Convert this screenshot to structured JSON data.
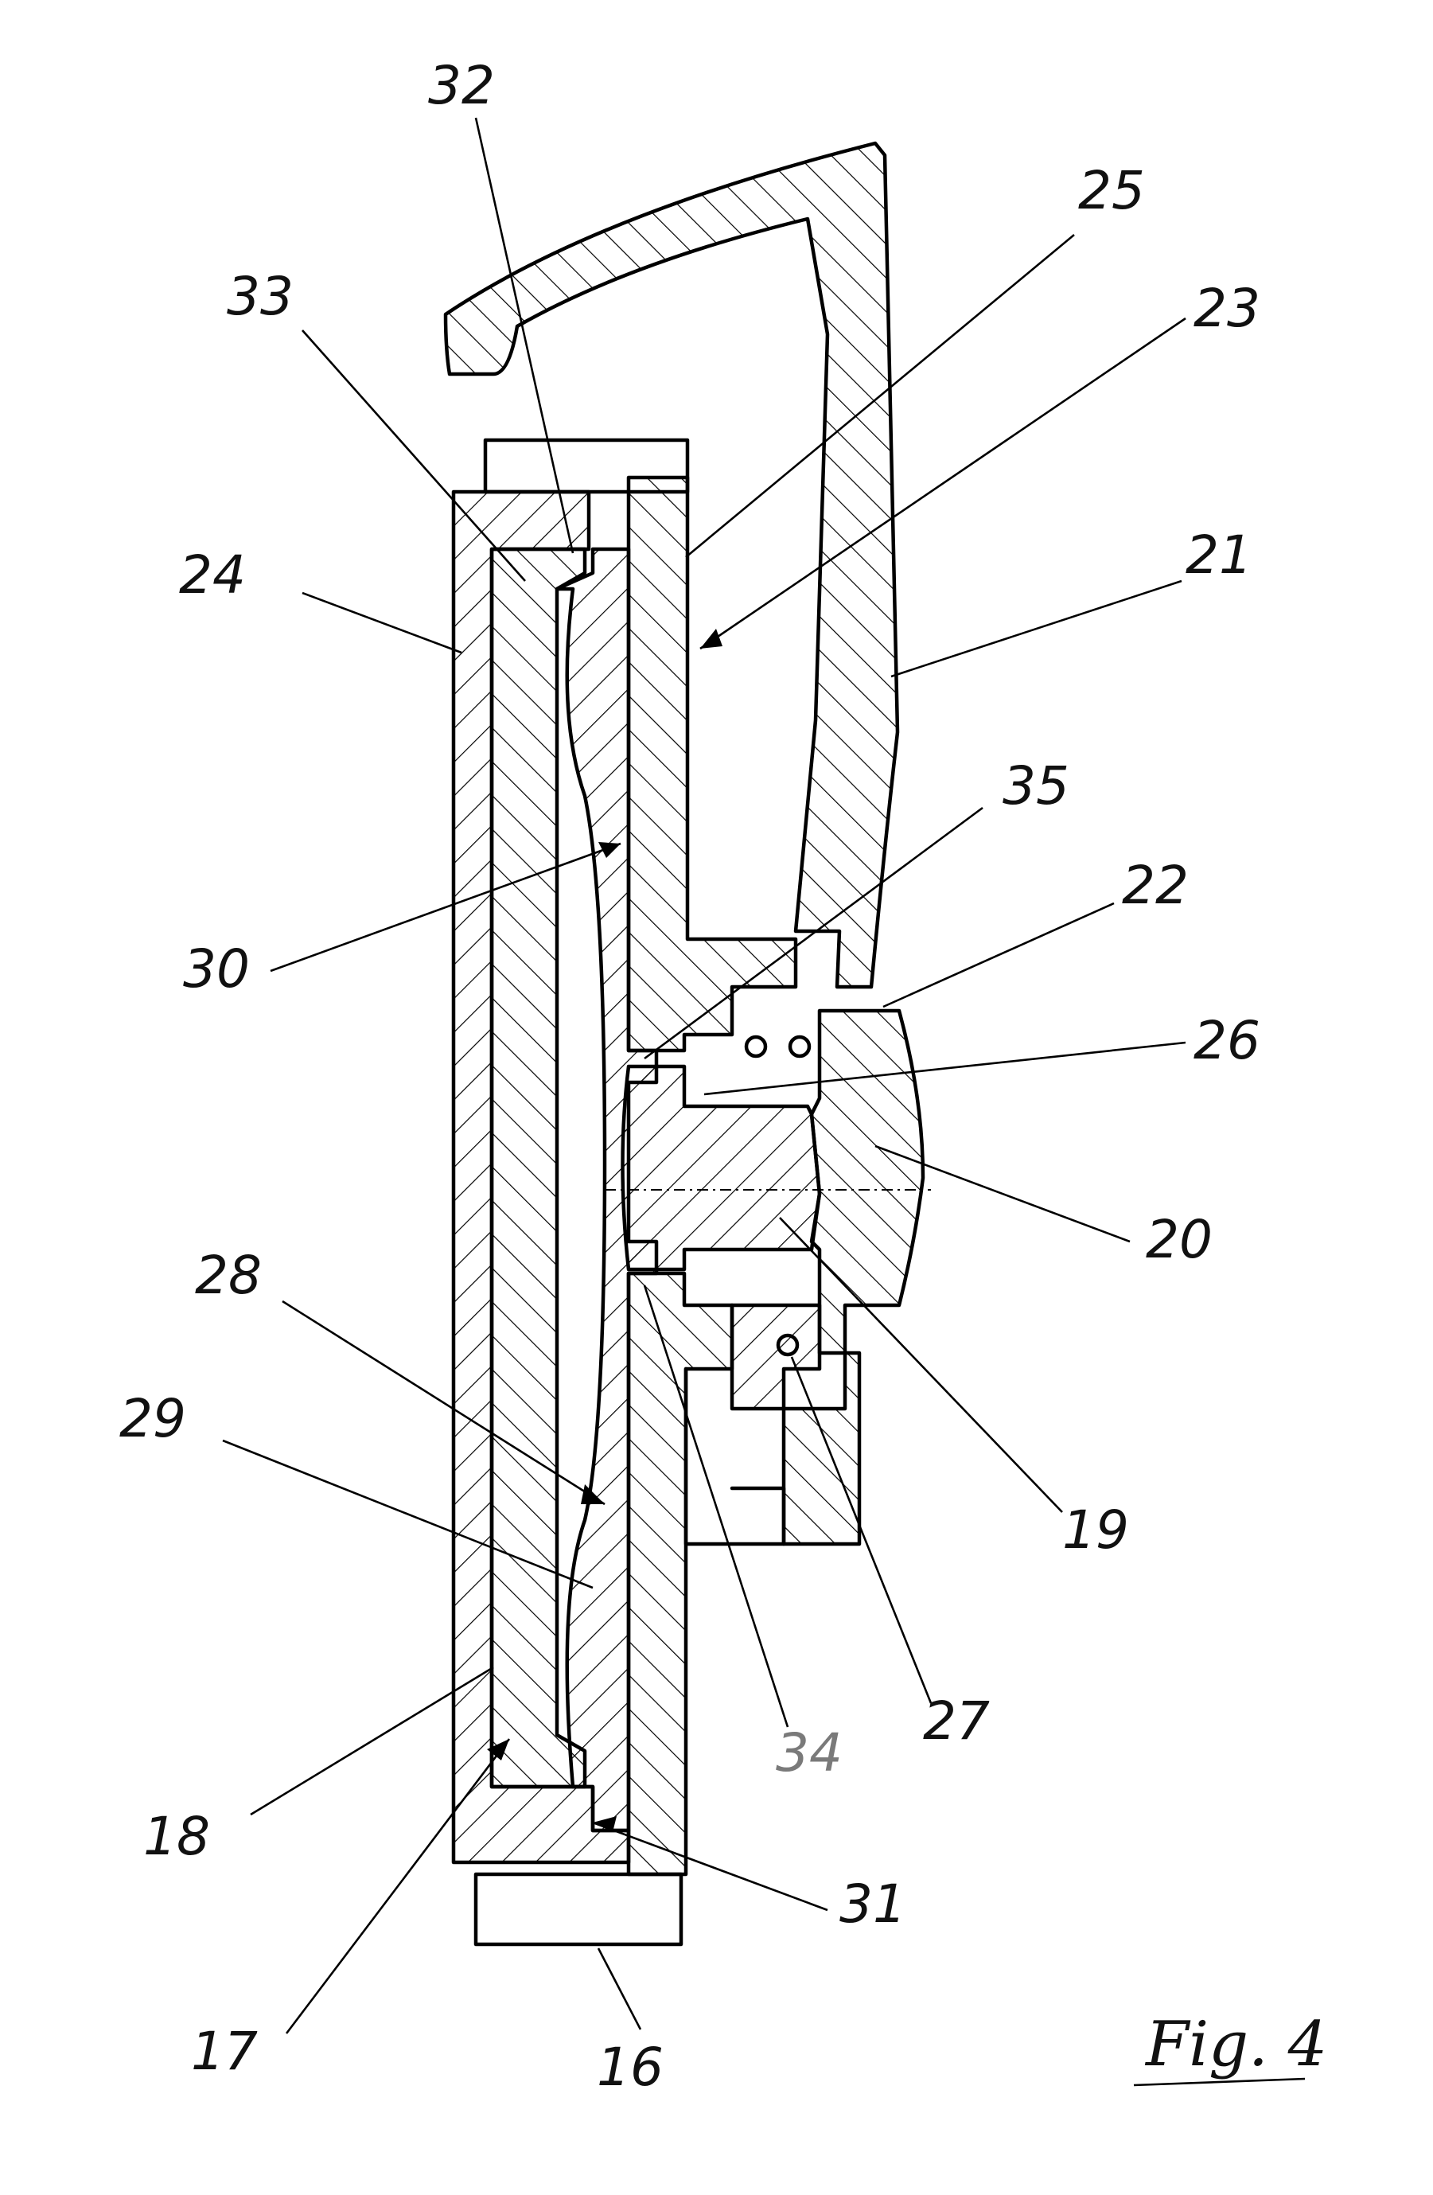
{
  "figure": {
    "label": "Fig. 4"
  },
  "references": [
    {
      "id": "r32",
      "text": "32"
    },
    {
      "id": "r33",
      "text": "33"
    },
    {
      "id": "r25",
      "text": "25"
    },
    {
      "id": "r23",
      "text": "23"
    },
    {
      "id": "r24",
      "text": "24"
    },
    {
      "id": "r21",
      "text": "21"
    },
    {
      "id": "r35",
      "text": "35"
    },
    {
      "id": "r30",
      "text": "30"
    },
    {
      "id": "r22",
      "text": "22"
    },
    {
      "id": "r26",
      "text": "26"
    },
    {
      "id": "r20",
      "text": "20"
    },
    {
      "id": "r28",
      "text": "28"
    },
    {
      "id": "r29",
      "text": "29"
    },
    {
      "id": "r19",
      "text": "19"
    },
    {
      "id": "r34",
      "text": "34"
    },
    {
      "id": "r27",
      "text": "27"
    },
    {
      "id": "r18",
      "text": "18"
    },
    {
      "id": "r31",
      "text": "31"
    },
    {
      "id": "r17",
      "text": "17"
    },
    {
      "id": "r16",
      "text": "16"
    }
  ]
}
